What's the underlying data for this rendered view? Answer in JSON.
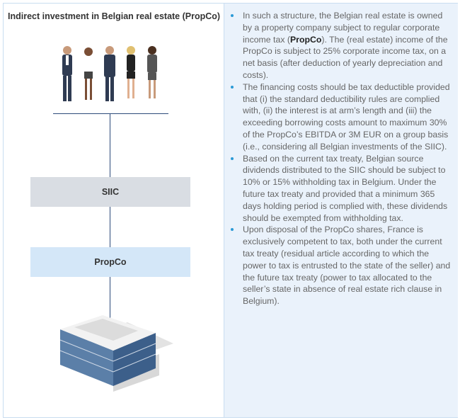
{
  "title": "Indirect investment in Belgian real estate (PropCo)",
  "diagram": {
    "siic_label": "SIIC",
    "propco_label": "PropCo"
  },
  "bullets": [
    {
      "pre": "In such a structure, the Belgian real estate is owned by a property company subject to regular corporate income tax (",
      "bold": "PropCo",
      "post": "). The (real estate) income of the PropCo is subject to 25% corporate income tax, on a net basis (after deduction of yearly depreciation and costs)."
    },
    {
      "text": "The financing costs should be tax deductible provided that (i) the standard deductibility rules are complied with, (ii) the interest is at arm’s length and (iii) the exceeding borrowing costs amount to maximum 30% of the PropCo’s EBITDA or 3M EUR on a group basis (i.e., considering all Belgian investments of the SIIC)."
    },
    {
      "text": "Based on the current tax treaty, Belgian source dividends distributed to the SIIC should be subject to 10% or 15% withholding tax in Belgium. Under the future tax treaty and provided that a minimum 365 days holding period is complied with, these dividends should be exempted from withholding tax."
    },
    {
      "text": "Upon disposal of the PropCo shares, France is exclusively competent to tax, both under the current tax treaty (residual article according to which the power to tax is entrusted to the state of the seller) and the future tax treaty (power to tax allocated to the seller’s state in absence of real estate rich clause in Belgium)."
    }
  ]
}
